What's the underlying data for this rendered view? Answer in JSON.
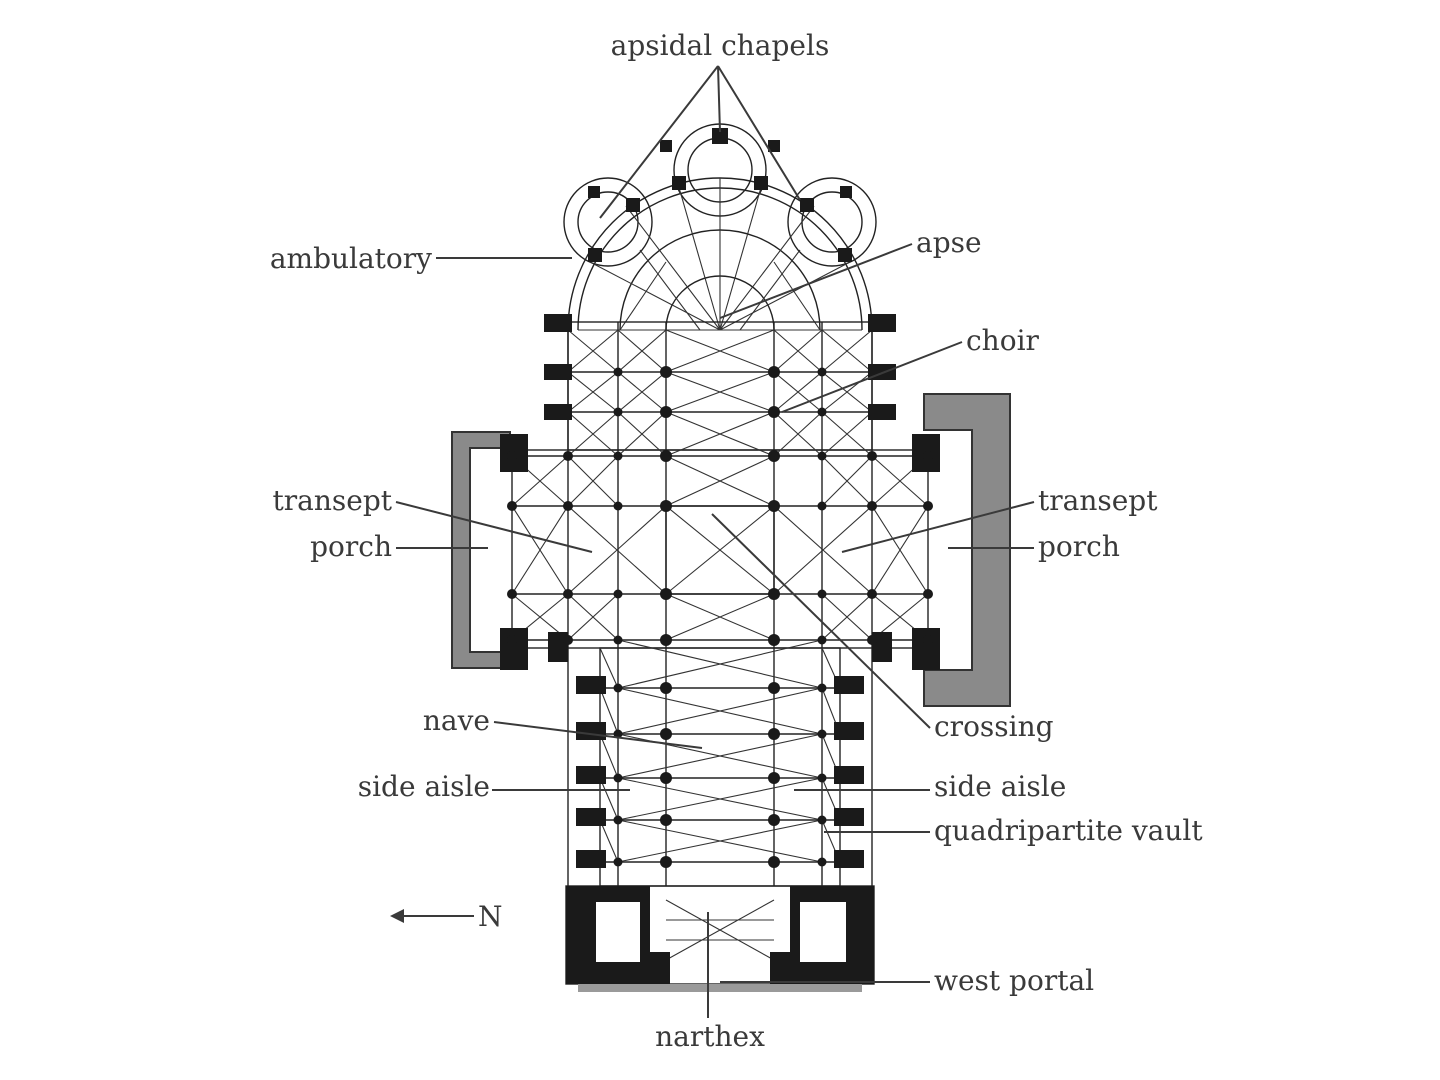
{
  "figure": {
    "labels": {
      "apsidal_chapels": "apsidal chapels",
      "ambulatory": "ambulatory",
      "apse": "apse",
      "choir": "choir",
      "transept_left": "transept",
      "porch_left": "porch",
      "transept_right": "transept",
      "porch_right": "porch",
      "crossing": "crossing",
      "nave": "nave",
      "side_aisle_left": "side aisle",
      "side_aisle_right": "side aisle",
      "quadripartite_vault": "quadripartite vault",
      "north": "N",
      "west_portal": "west portal",
      "narthex": "narthex"
    }
  }
}
